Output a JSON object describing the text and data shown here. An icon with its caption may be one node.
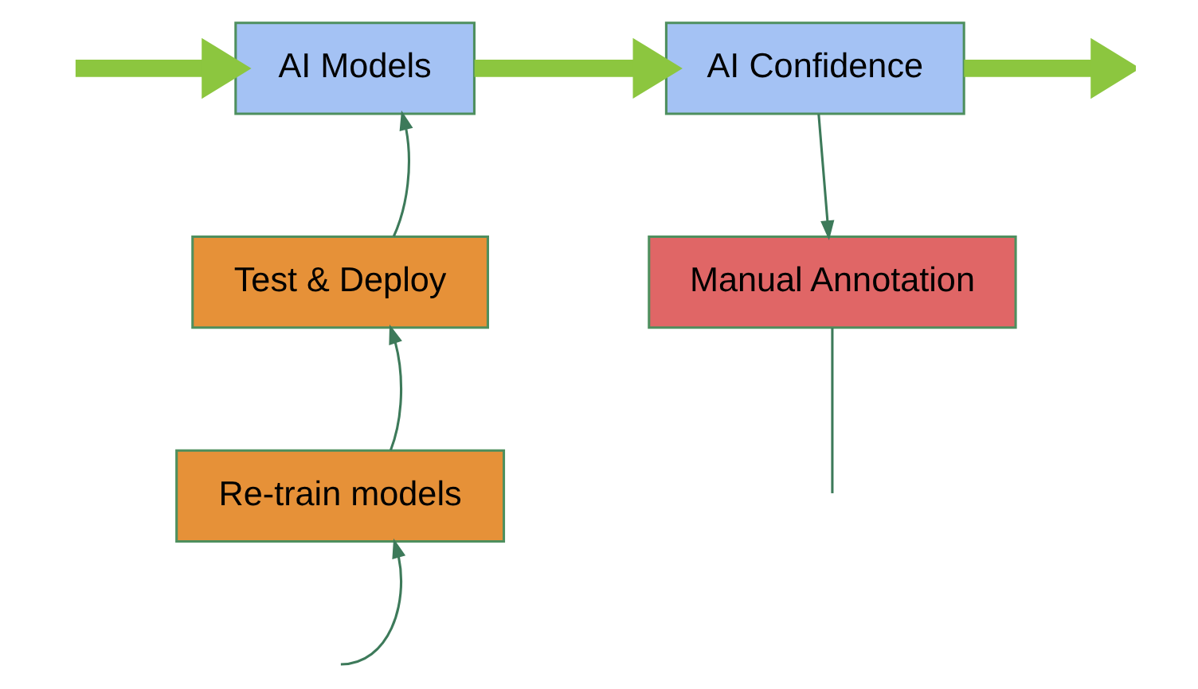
{
  "diagram": {
    "nodes": [
      {
        "text": [
          "AI Models"
        ]
      },
      {
        "text": [
          "AI Confidence"
        ]
      },
      {
        "text": [
          "Test & Deploy"
        ]
      },
      {
        "text": [
          "Re-train models"
        ]
      },
      {
        "text": [
          "Manual Annotation"
        ]
      }
    ],
    "edges": [
      {
        "from": null,
        "to": 0,
        "arrow": "to",
        "style": "thick",
        "color": "#8cc63f"
      },
      {
        "from": 0,
        "to": 1,
        "arrow": "to",
        "style": "thick",
        "color": "#8cc63f"
      },
      {
        "from": 1,
        "to": null,
        "arrow": "to",
        "style": "thick",
        "color": "#8cc63f"
      },
      {
        "from": 2,
        "to": 0,
        "arrow": "to"
      },
      {
        "from": 3,
        "to": 2,
        "arrow": "to"
      },
      {
        "from": null,
        "to": 3,
        "arrow": "to"
      },
      {
        "from": 1,
        "to": 4,
        "arrow": "to"
      },
      {
        "from": 4,
        "to": null,
        "arrow": "none"
      }
    ]
  }
}
